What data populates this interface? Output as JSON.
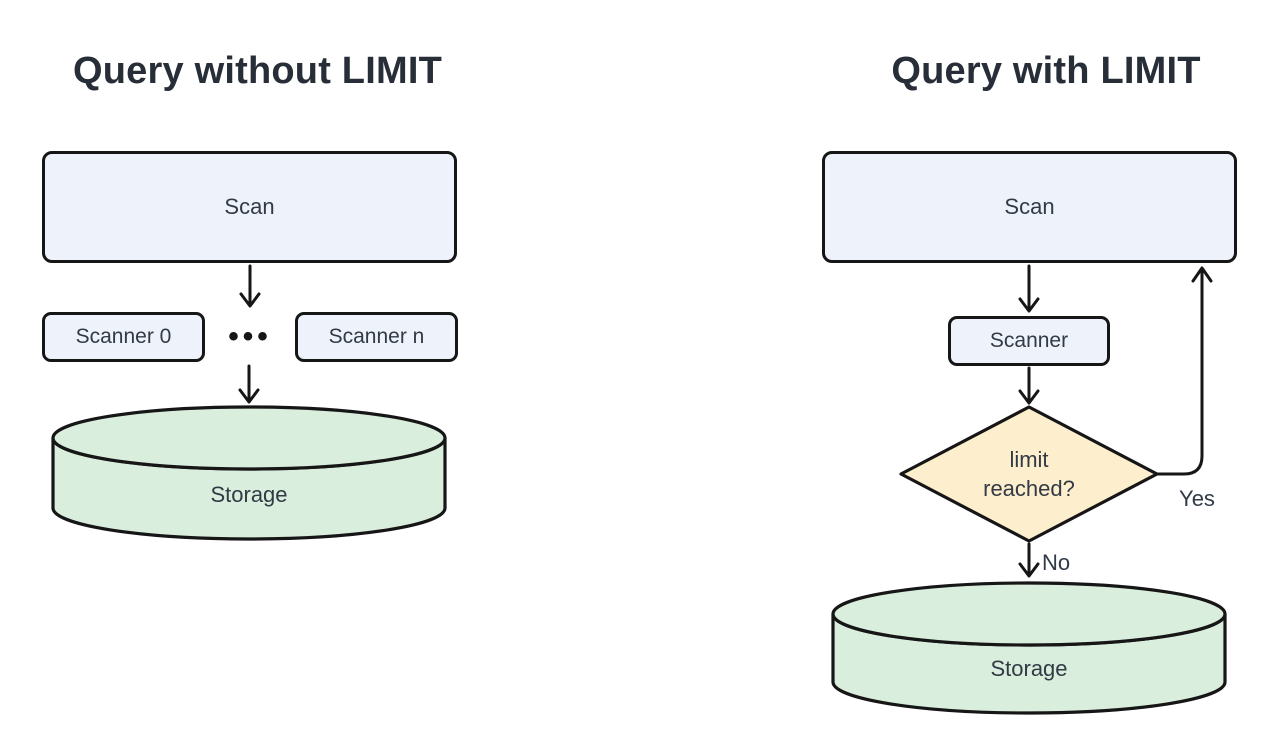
{
  "left_diagram": {
    "title": "Query without LIMIT",
    "scan_label": "Scan",
    "scanner0_label": "Scanner 0",
    "ellipsis": "•••",
    "scanner_n_label": "Scanner n",
    "storage_label": "Storage"
  },
  "right_diagram": {
    "title": "Query with LIMIT",
    "scan_label": "Scan",
    "scanner_label": "Scanner",
    "decision_line1": "limit",
    "decision_line2": "reached?",
    "yes_label": "Yes",
    "no_label": "No",
    "storage_label": "Storage"
  },
  "colors": {
    "node_fill": "#edf2fb",
    "storage_fill": "#d9eedd",
    "decision_fill": "#fdeecd",
    "stroke": "#161616",
    "label_text": "#323a45",
    "title_text": "#272e38"
  }
}
